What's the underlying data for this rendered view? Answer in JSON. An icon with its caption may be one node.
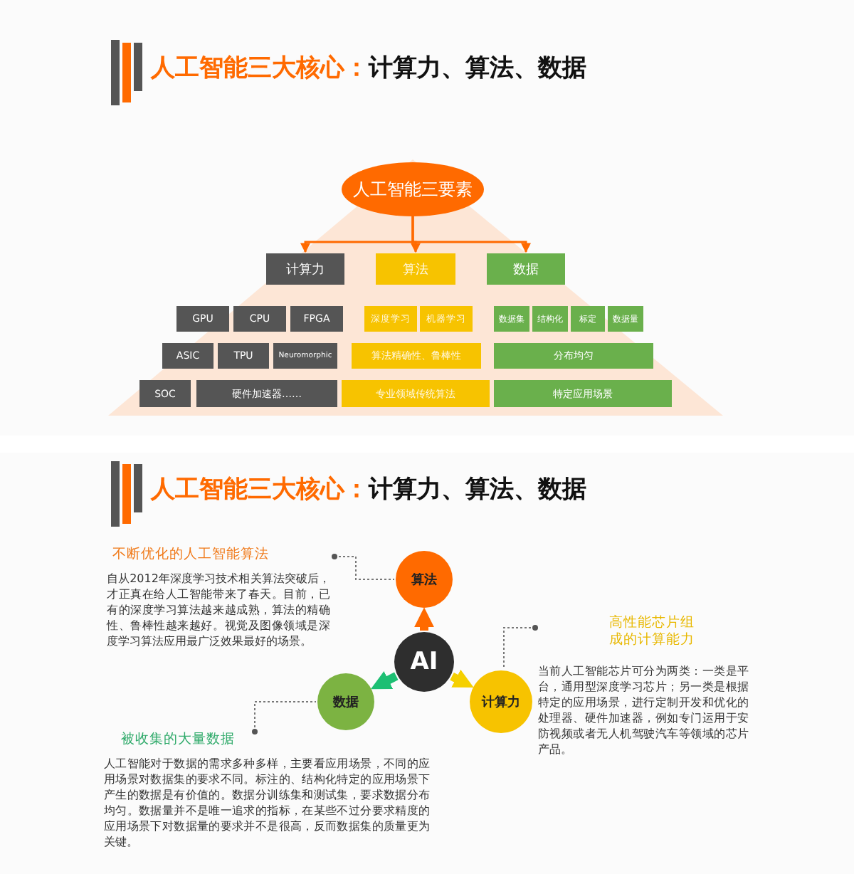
{
  "diagram": {
    "nodes": [
      {
        "text": [
          "人工智能三要素"
        ]
      },
      {
        "text": [
          "计算力"
        ]
      },
      {
        "text": [
          "算法"
        ]
      },
      {
        "text": [
          "数据"
        ]
      },
      {
        "text": [
          "GPU"
        ]
      },
      {
        "text": [
          "CPU"
        ]
      },
      {
        "text": [
          "FPGA"
        ]
      },
      {
        "text": [
          "深度学习"
        ]
      },
      {
        "text": [
          "机器学习"
        ]
      },
      {
        "text": [
          "数据集"
        ]
      },
      {
        "text": [
          "结构化"
        ]
      },
      {
        "text": [
          "标定"
        ]
      },
      {
        "text": [
          "数据量"
        ]
      },
      {
        "text": [
          "ASIC"
        ]
      },
      {
        "text": [
          "TPU"
        ]
      },
      {
        "text": [
          "Neuromorphic"
        ]
      },
      {
        "text": [
          "算法精确性、鲁棒性"
        ]
      },
      {
        "text": [
          "分布均匀"
        ]
      },
      {
        "text": [
          "SOC"
        ]
      },
      {
        "text": [
          "硬件加速器……"
        ]
      },
      {
        "text": [
          "专业领域传统算法"
        ]
      },
      {
        "text": [
          "特定应用场景"
        ]
      },
      {
        "text": [
          "AI"
        ]
      },
      {
        "text": [
          "算法"
        ]
      },
      {
        "text": [
          "数据"
        ]
      },
      {
        "text": [
          "计算力"
        ]
      },
      {
        "text": [
          "不断优化的人工智能算法",
          "自从2012年深度学习技术相关算法突破后，才正真在给人工智能带来了春天。目前，已有的深度学习算法越来越成熟，算法的精确性、鲁棒性越来越好。视觉及图像领域是深度学习算法应用最广泛效果最好的场景。"
        ]
      },
      {
        "text": [
          "高性能芯片组成的计算能力",
          "当前人工智能芯片可分为两类：一类是平台，通用型深度学习芯片；另一类是根据特定的应用场景，进行定制开发和优化的处理器、硬件加速器，例如专门运用于安防视频或者无人机驾驶汽车等领域的芯片产品。"
        ]
      },
      {
        "text": [
          "被收集的大量数据",
          "人工智能对于数据的需求多种多样，主要看应用场景，不同的应用场景对数据集的要求不同。标注的、结构化特定的应用场景下产生的数据是有价值的。数据分训练集和测试集，要求数据分布均匀。数据量并不是唯一追求的指标，在某些不过分要求精度的应用场景下对数据量的要求并不是很高，反而数据集的质量更为关键。"
        ]
      }
    ],
    "edges": [
      {
        "from": 0,
        "to": 1,
        "arrow": "to"
      },
      {
        "from": 0,
        "to": 2,
        "arrow": "to"
      },
      {
        "from": 0,
        "to": 3,
        "arrow": "to"
      },
      {
        "from": 22,
        "to": 23,
        "arrow": "to",
        "style": "thick"
      },
      {
        "from": 22,
        "to": 24,
        "arrow": "to",
        "style": "thick",
        "color": "#1dbf73"
      },
      {
        "from": 22,
        "to": 25,
        "arrow": "to",
        "style": "thick",
        "color": "#f5d000"
      },
      {
        "from": 26,
        "to": 23,
        "arrow": "other",
        "style": "dashed",
        "color": "#777777"
      },
      {
        "from": 27,
        "to": 25,
        "arrow": "other",
        "style": "dashed",
        "color": "#777777"
      },
      {
        "from": 28,
        "to": 24,
        "arrow": "other",
        "style": "dashed",
        "color": "#777777"
      }
    ],
    "labels": [
      "人工智能三大核心：",
      "计算力、算法、数据",
      "人工智能三大核心：",
      "计算力、算法、数据"
    ]
  }
}
